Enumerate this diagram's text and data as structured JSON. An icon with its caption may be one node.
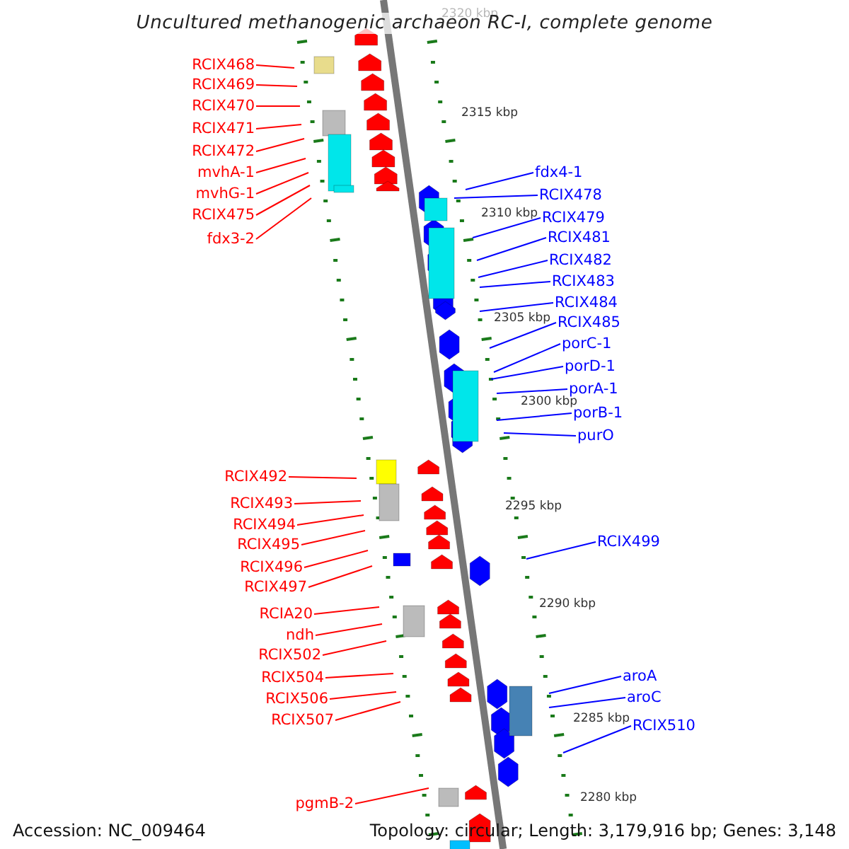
{
  "diagram": {
    "title": "Uncultured methanogenic archaeon RC-I, complete genome",
    "nodes": [
      {
        "text": [
          "RCIX468"
        ]
      },
      {
        "text": [
          "RCIX469"
        ]
      },
      {
        "text": [
          "RCIX470"
        ]
      },
      {
        "text": [
          "RCIX471"
        ]
      },
      {
        "text": [
          "RCIX472"
        ]
      },
      {
        "text": [
          "mvhA-1"
        ]
      },
      {
        "text": [
          "mvhG-1"
        ]
      },
      {
        "text": [
          "RCIX475"
        ]
      },
      {
        "text": [
          "fdx3-2"
        ]
      },
      {
        "text": [
          "fdx4-1"
        ]
      },
      {
        "text": [
          "RCIX478"
        ]
      },
      {
        "text": [
          "RCIX479"
        ]
      },
      {
        "text": [
          "RCIX481"
        ]
      },
      {
        "text": [
          "RCIX482"
        ]
      },
      {
        "text": [
          "RCIX483"
        ]
      },
      {
        "text": [
          "RCIX484"
        ]
      },
      {
        "text": [
          "RCIX485"
        ]
      },
      {
        "text": [
          "porC-1"
        ]
      },
      {
        "text": [
          "porD-1"
        ]
      },
      {
        "text": [
          "porA-1"
        ]
      },
      {
        "text": [
          "porB-1"
        ]
      },
      {
        "text": [
          "purO"
        ]
      },
      {
        "text": [
          "RCIX492"
        ]
      },
      {
        "text": [
          "RCIX493"
        ]
      },
      {
        "text": [
          "RCIX494"
        ]
      },
      {
        "text": [
          "RCIX495"
        ]
      },
      {
        "text": [
          "RCIX496"
        ]
      },
      {
        "text": [
          "RCIX497"
        ]
      },
      {
        "text": [
          "RCIX499"
        ]
      },
      {
        "text": [
          "RCIA20"
        ]
      },
      {
        "text": [
          "ndh"
        ]
      },
      {
        "text": [
          "RCIX502"
        ]
      },
      {
        "text": [
          "RCIX504"
        ]
      },
      {
        "text": [
          "RCIX506"
        ]
      },
      {
        "text": [
          "RCIX507"
        ]
      },
      {
        "text": [
          "aroA"
        ]
      },
      {
        "text": [
          "aroC"
        ]
      },
      {
        "text": [
          "RCIX510"
        ]
      },
      {
        "text": [
          "pgmB-2"
        ]
      }
    ],
    "edges": [
      {
        "from": 0,
        "to": null,
        "arrow": "none"
      },
      {
        "from": 1,
        "to": null,
        "arrow": "none"
      },
      {
        "from": 2,
        "to": null,
        "arrow": "none"
      },
      {
        "from": 3,
        "to": null,
        "arrow": "none"
      },
      {
        "from": 4,
        "to": null,
        "arrow": "none"
      },
      {
        "from": 5,
        "to": null,
        "arrow": "none"
      },
      {
        "from": 6,
        "to": null,
        "arrow": "none"
      },
      {
        "from": 7,
        "to": null,
        "arrow": "none"
      },
      {
        "from": 8,
        "to": null,
        "arrow": "none"
      },
      {
        "from": 9,
        "to": null,
        "arrow": "none",
        "color": "#0000ff"
      },
      {
        "from": 10,
        "to": null,
        "arrow": "none",
        "color": "#0000ff"
      },
      {
        "from": 11,
        "to": null,
        "arrow": "none",
        "color": "#0000ff"
      },
      {
        "from": 12,
        "to": null,
        "arrow": "none",
        "color": "#0000ff"
      },
      {
        "from": 13,
        "to": null,
        "arrow": "none",
        "color": "#0000ff"
      },
      {
        "from": 14,
        "to": null,
        "arrow": "none",
        "color": "#0000ff"
      },
      {
        "from": 15,
        "to": null,
        "arrow": "none",
        "color": "#0000ff"
      },
      {
        "from": 16,
        "to": null,
        "arrow": "none",
        "color": "#0000ff"
      },
      {
        "from": 17,
        "to": null,
        "arrow": "none",
        "color": "#0000ff"
      },
      {
        "from": 18,
        "to": null,
        "arrow": "none",
        "color": "#0000ff"
      },
      {
        "from": 19,
        "to": null,
        "arrow": "none",
        "color": "#0000ff"
      },
      {
        "from": 20,
        "to": null,
        "arrow": "none",
        "color": "#0000ff"
      },
      {
        "from": 21,
        "to": null,
        "arrow": "none",
        "color": "#0000ff"
      },
      {
        "from": 22,
        "to": null,
        "arrow": "none"
      },
      {
        "from": 23,
        "to": null,
        "arrow": "none"
      },
      {
        "from": 24,
        "to": null,
        "arrow": "none"
      },
      {
        "from": 25,
        "to": null,
        "arrow": "none"
      },
      {
        "from": 26,
        "to": null,
        "arrow": "none"
      },
      {
        "from": 27,
        "to": null,
        "arrow": "none"
      },
      {
        "from": 28,
        "to": null,
        "arrow": "none",
        "color": "#0000ff"
      },
      {
        "from": 29,
        "to": null,
        "arrow": "none"
      },
      {
        "from": 30,
        "to": null,
        "arrow": "none"
      },
      {
        "from": 31,
        "to": null,
        "arrow": "none"
      },
      {
        "from": 32,
        "to": null,
        "arrow": "none"
      },
      {
        "from": 33,
        "to": null,
        "arrow": "none"
      },
      {
        "from": 34,
        "to": null,
        "arrow": "none"
      },
      {
        "from": 35,
        "to": null,
        "arrow": "none",
        "color": "#0000ff"
      },
      {
        "from": 36,
        "to": null,
        "arrow": "none",
        "color": "#0000ff"
      },
      {
        "from": 37,
        "to": null,
        "arrow": "none",
        "color": "#0000ff"
      },
      {
        "from": 38,
        "to": null,
        "arrow": "none"
      }
    ],
    "labels": [
      "2320 kbp",
      "2315 kbp",
      "2310 kbp",
      "2305 kbp",
      "2300 kbp",
      "2295 kbp",
      "2290 kbp",
      "2285 kbp",
      "2280 kbp",
      "Accession: NC_009464",
      "Topology: circular; Length: 3,179,916 bp; Genes: 3,148"
    ]
  }
}
